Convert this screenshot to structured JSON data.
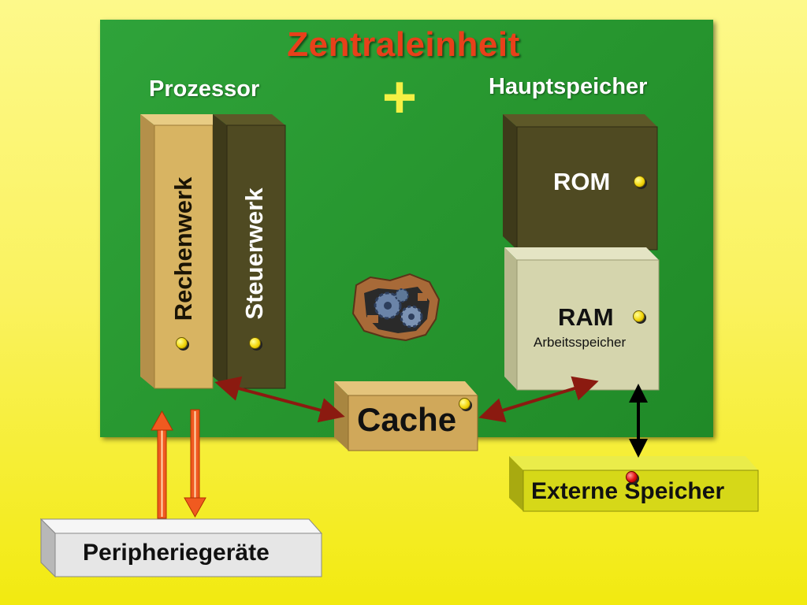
{
  "title": "Zentraleinheit",
  "processor": {
    "label": "Prozessor",
    "alu": "Rechenwerk",
    "control_unit": "Steuerwerk"
  },
  "plus_symbol": "+",
  "main_memory": {
    "label": "Hauptspeicher",
    "rom": "ROM",
    "ram": "RAM",
    "ram_sub": "Arbeitsspeicher"
  },
  "cache": "Cache",
  "external_storage": "Externe Speicher",
  "peripherals": "Peripheriegeräte",
  "colors": {
    "board": "#27962f",
    "title": "#e8401a",
    "alu_block": "#d8b462",
    "control_block": "#4f4a22",
    "rom_block": "#4f4a22",
    "ram_block": "#d5d5ad",
    "cache_block": "#d0a85a",
    "external_block": "#d6d818",
    "peripheral_block": "#e6e6e6",
    "bus_arrow": "#8b1a10",
    "io_arrow": "#f05a20",
    "storage_arrow": "#000000"
  }
}
